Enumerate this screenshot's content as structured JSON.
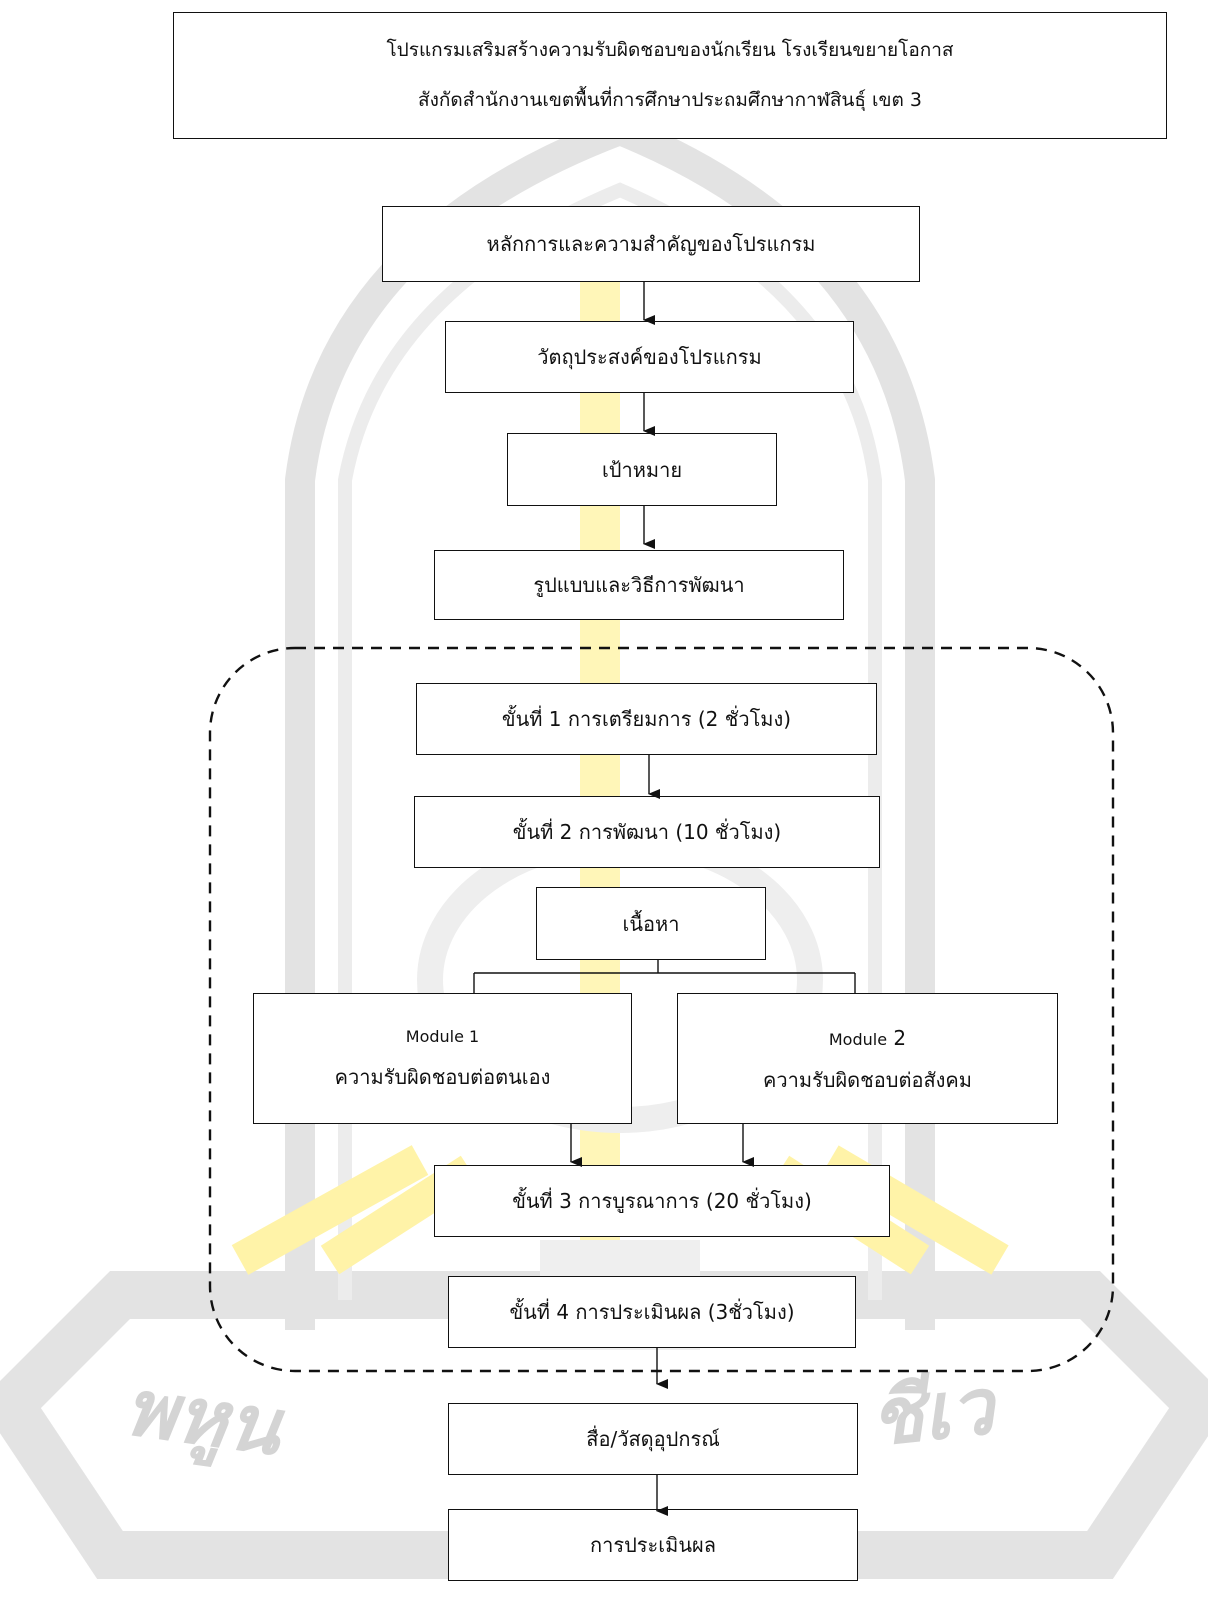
{
  "watermark": {
    "text_left": "พหูน",
    "text_right": "ชีเว",
    "colors": {
      "gray": "#d9d9d9",
      "yellow": "#fff3a8"
    }
  },
  "header": {
    "line1": "โปรแกรมเสริมสร้างความรับผิดชอบของนักเรียน โรงเรียนขยายโอกาส",
    "line2": "สังกัดสำนักงานเขตพื้นที่การศึกษาประถมศึกษากาฬสินธุ์ เขต 3"
  },
  "steps": {
    "principle": "หลักการและความสำคัญของโปรแกรม",
    "objective": "วัตถุประสงค์ของโปรแกรม",
    "goal": "เป้าหมาย",
    "model": "รูปแบบและวิธีการพัฒนา",
    "stage1": "ขั้นที่ 1 การเตรียมการ (2 ชั่วโมง)",
    "stage2": "ขั้นที่ 2  การพัฒนา (10 ชั่วโมง)",
    "content": "เนื้อหา",
    "module1_label": "Module 1",
    "module1_title": "ความรับผิดชอบต่อตนเอง",
    "module2_label_prefix": "Module",
    "module2_label_num": "2",
    "module2_title": "ความรับผิดชอบต่อสังคม",
    "stage3": "ขั้นที่ 3 การบูรณาการ (20 ชั่วโมง)",
    "stage4": "ขั้นที่ 4 การประเมินผล (3ชั่วโมง)",
    "media": "สื่อ/วัสดุอุปกรณ์",
    "evaluation": "การประเมินผล"
  }
}
